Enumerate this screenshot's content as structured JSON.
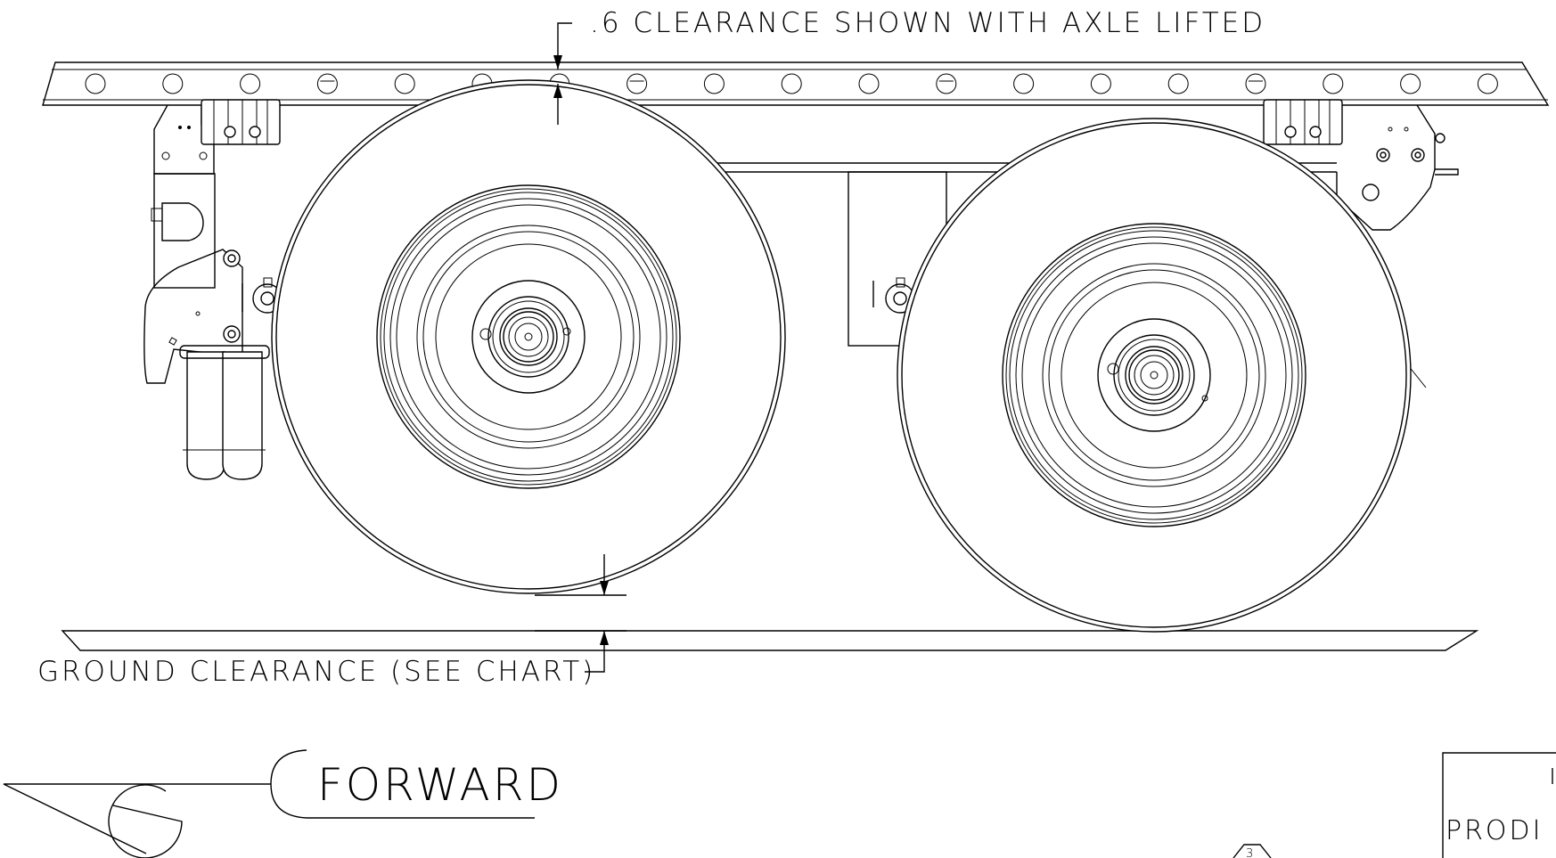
{
  "annotations": {
    "top_clearance": ".6 CLEARANCE SHOWN WITH AXLE LIFTED",
    "ground_clearance": "GROUND CLEARANCE (SEE CHART)",
    "forward": "FORWARD",
    "title_block_fragment": "PRODI",
    "balloon": "3"
  },
  "colors": {
    "line": "#000000",
    "background": "#ffffff"
  }
}
